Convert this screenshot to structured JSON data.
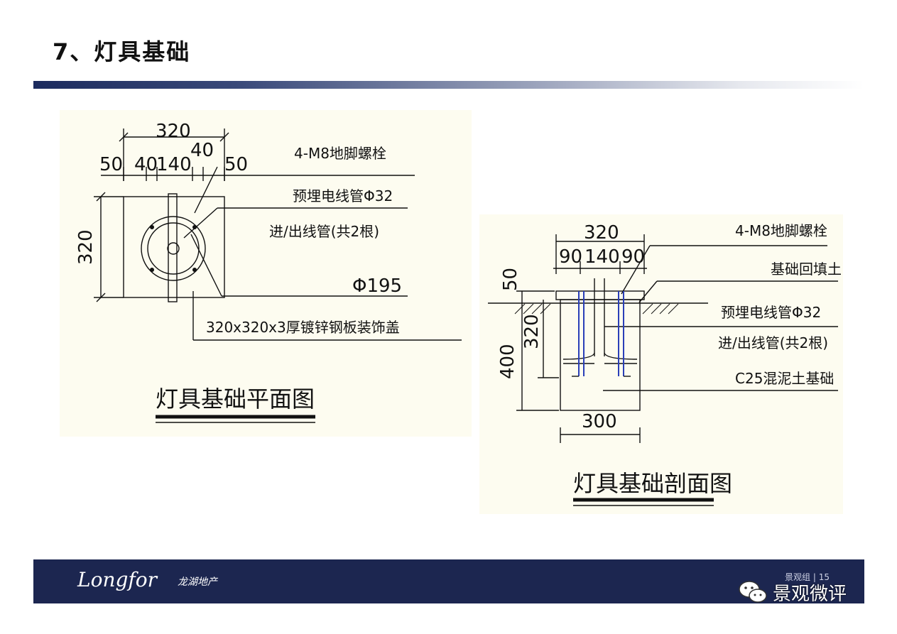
{
  "slide": {
    "title": "7、灯具基础"
  },
  "plan": {
    "dim_top_total": "320",
    "dim_top_50_left": "50",
    "dim_top_40_left": "40",
    "dim_top_140": "140",
    "dim_top_40_right": "40",
    "dim_top_50_right": "50",
    "dim_left": "320",
    "label_bolts": "4-M8地脚螺栓",
    "label_conduit": "预埋电线管Φ32",
    "label_conduit_2": "进/出线管(共2根)",
    "label_diameter": "Φ195",
    "label_cover": "320x320x3厚镀锌钢板装饰盖",
    "caption": "灯具基础平面图"
  },
  "section": {
    "dim_top_total": "320",
    "dim_top_90_left": "90",
    "dim_top_140": "140",
    "dim_top_90_right": "90",
    "dim_left_50": "50",
    "dim_left_320": "320",
    "dim_left_400": "400",
    "dim_bottom": "300",
    "label_bolts": "4-M8地脚螺栓",
    "label_backfill": "基础回填土",
    "label_conduit": "预埋电线管Φ32",
    "label_conduit_2": "进/出线管(共2根)",
    "label_concrete": "C25混泥土基础",
    "caption": "灯具基础剖面图"
  },
  "footer": {
    "logo": "Longfor",
    "logo_cn": "龙湖地产",
    "meta_group": "景观组",
    "page_number": "15"
  },
  "watermark": {
    "text": "景观微评"
  }
}
